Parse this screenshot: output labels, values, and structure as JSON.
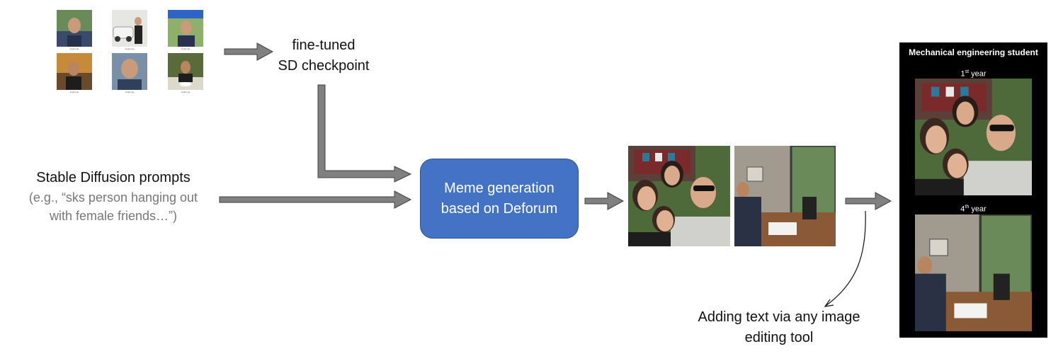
{
  "finetune": {
    "label_line1": "fine-tuned",
    "label_line2": "SD checkpoint"
  },
  "prompts": {
    "title": "Stable Diffusion prompts",
    "example_line1": "(e.g., “sks person hanging out",
    "example_line2": "with female friends…”)"
  },
  "meme": {
    "line1": "Meme generation",
    "line2": "based on Deforum"
  },
  "editing": {
    "line1": "Adding text via any image",
    "line2": "editing tool"
  },
  "panel": {
    "title": "Mechanical engineering student",
    "year1_num": "1",
    "year1_sup": "st",
    "year1_word": "year",
    "year4_num": "4",
    "year4_sup": "th",
    "year4_word": "year"
  },
  "inputs": {
    "captions": [
      "img1.png",
      "img2.png",
      "img3.png",
      "img4.png",
      "img5.png",
      "img6.png"
    ]
  },
  "colors": {
    "box": "#4472c4",
    "arrow": "#808080",
    "arrow_outline": "#404040"
  }
}
